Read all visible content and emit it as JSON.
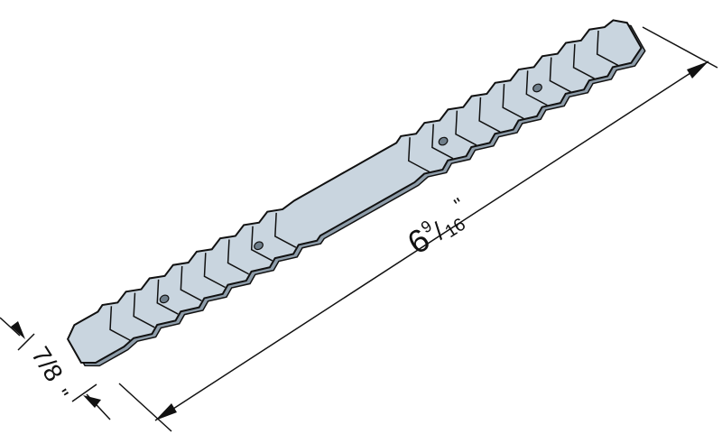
{
  "diagram": {
    "length_label": {
      "whole": "6",
      "numerator": "9",
      "denominator": "16",
      "unit": "\""
    },
    "width_label": {
      "text": "7/8",
      "unit": "\""
    },
    "colors": {
      "strap_fill": "#c9d5df",
      "strap_edge": "#8e9daa",
      "line": "#111111"
    }
  }
}
